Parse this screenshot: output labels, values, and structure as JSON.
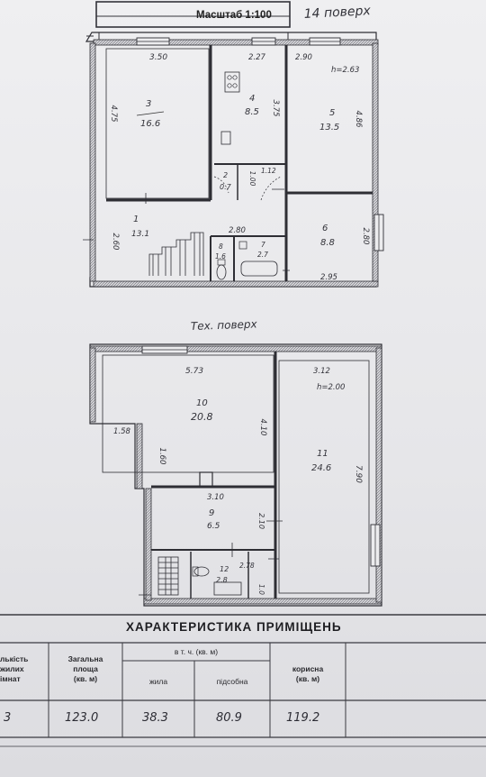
{
  "header": {
    "scale_label": "Масштаб 1:100",
    "floor_label": "14 поверх",
    "tech_floor_label": "Тех. поверх"
  },
  "upper_plan": {
    "rooms": [
      {
        "num": "3",
        "area": "16.6"
      },
      {
        "num": "4",
        "area": "8.5"
      },
      {
        "num": "5",
        "area": "13.5"
      },
      {
        "num": "2",
        "area": "0.7"
      },
      {
        "num": "1",
        "area": "13.1"
      },
      {
        "num": "6",
        "area": "8.8"
      },
      {
        "num": "8",
        "area": "1.6"
      },
      {
        "num": "7",
        "area": "2.7"
      }
    ],
    "dims": {
      "d_350": "3.50",
      "d_227": "2.27",
      "d_290": "2.90",
      "height": "h=2.63",
      "d_475": "4.75",
      "d_375": "3.75",
      "d_486": "4.86",
      "d_100": "1.00",
      "d_112": "1.12",
      "d_280a": "2.80",
      "d_280b": "2.80",
      "d_260": "2.60",
      "d_295": "2.95"
    }
  },
  "lower_plan": {
    "rooms": [
      {
        "num": "10",
        "area": "20.8"
      },
      {
        "num": "11",
        "area": "24.6"
      },
      {
        "num": "9",
        "area": "6.5"
      },
      {
        "num": "12",
        "area": "2.8"
      }
    ],
    "dims": {
      "d_573": "5.73",
      "d_312": "3.12",
      "height": "h=2.00",
      "d_158": "1.58",
      "d_160": "1.60",
      "d_410": "4.10",
      "d_790": "7.90",
      "d_310": "3.10",
      "d_210": "2.10",
      "d_278": "2.78",
      "d_10": "1.0"
    }
  },
  "characteristics": {
    "title": "ХАРАКТЕРИСТИКА ПРИМІЩЕНЬ",
    "headers": {
      "rooms_count": "лькість\nжилих\nімнат",
      "total_area": "Загальна\nплоща\n(кв. м)",
      "including": "в т. ч. (кв. м)",
      "living": "жила",
      "auxiliary": "підсобна",
      "useful": "корисна\n(кв. м)"
    },
    "values": {
      "rooms_count": "3",
      "total_area": "123.0",
      "living": "38.3",
      "auxiliary": "80.9",
      "useful": "119.2"
    }
  },
  "colors": {
    "ink": "#2a2a30",
    "paper": "#ececee",
    "line": "#3a3a40"
  }
}
